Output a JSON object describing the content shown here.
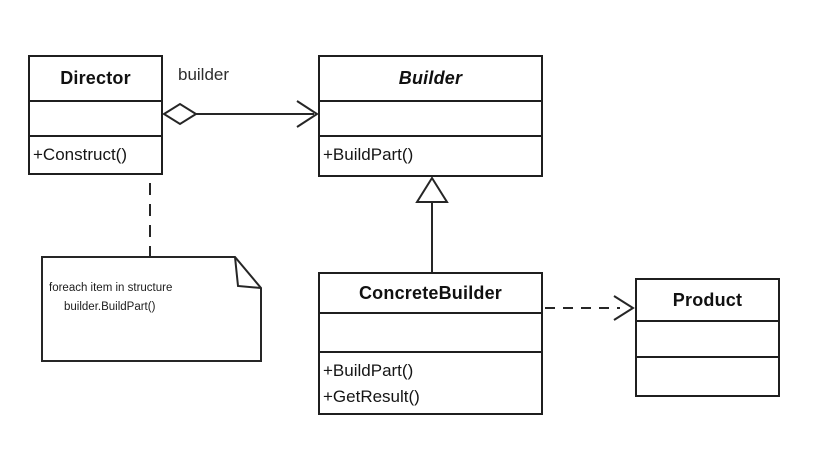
{
  "diagram": {
    "colors": {
      "background": "#ffffff",
      "line": "#1f1f1f",
      "text": "#161616"
    },
    "classes": {
      "director": {
        "name": "Director",
        "methods": [
          "+Construct()"
        ]
      },
      "builder": {
        "name": "Builder",
        "methods": [
          "+BuildPart()"
        ]
      },
      "concrete_builder": {
        "name": "ConcreteBuilder",
        "methods": [
          "+BuildPart()",
          "+GetResult()"
        ]
      },
      "product": {
        "name": "Product",
        "methods": []
      }
    },
    "relationships": {
      "aggregation_label": "builder"
    },
    "note": {
      "line1": "foreach item in structure",
      "line2": "builder.BuildPart()"
    }
  }
}
